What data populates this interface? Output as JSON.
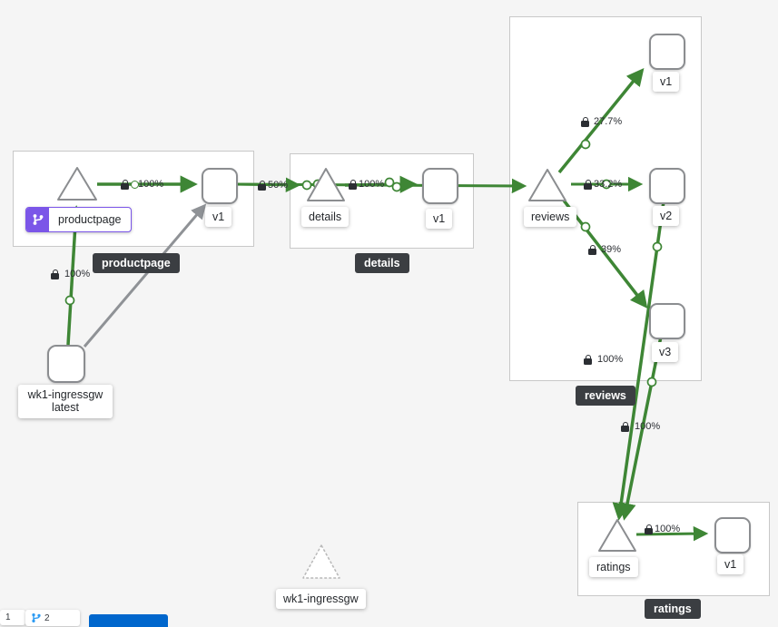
{
  "canvas": {
    "background": "#f5f5f5",
    "traffic_green": "#3e8635",
    "idle_gray": "#8f9296",
    "virtual_service_purple": "#7b56e8"
  },
  "groups": [
    {
      "badge": "productpage"
    },
    {
      "badge": "details"
    },
    {
      "badge": "reviews"
    },
    {
      "badge": "ratings"
    }
  ],
  "nodes": {
    "productpage_service": {
      "label": "productpage"
    },
    "productpage_v1": {
      "label": "v1"
    },
    "details_service": {
      "label": "details"
    },
    "details_v1": {
      "label": "v1"
    },
    "reviews_service": {
      "label": "reviews"
    },
    "reviews_v1": {
      "label": "v1"
    },
    "reviews_v2": {
      "label": "v2"
    },
    "reviews_v3": {
      "label": "v3"
    },
    "ratings_service": {
      "label": "ratings"
    },
    "ratings_v1": {
      "label": "v1"
    },
    "ingress_workload": {
      "label_line1": "wk1-ingressgw",
      "label_line2": "latest"
    },
    "ingress_service": {
      "label": "wk1-ingressgw"
    }
  },
  "edge_labels": {
    "ingress_to_productpage": "100%",
    "productpage_to_v1": "100%",
    "productpagev1_to_details": "50%",
    "details_to_v1": "100%",
    "reviews_to_v1": "27.7%",
    "reviews_to_v2": "33.2%",
    "reviews_to_v3": "39%",
    "v2_to_ratings": "100%",
    "v3_to_ratings": "100%",
    "ratings_to_v1": "100%"
  },
  "toolbar": {
    "chip1_count": "1",
    "chip2_count": "2"
  }
}
